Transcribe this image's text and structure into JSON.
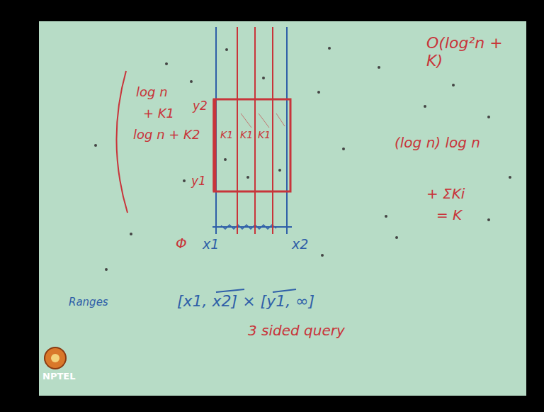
{
  "diagram": {
    "labels": [
      "O(log²n + K)",
      "log n",
      "+ K1",
      "log n + K2",
      "y2",
      "y1",
      "K1",
      "K1",
      "K1",
      "Φ",
      "x1",
      "x2",
      "(log n) log n",
      "+ ΣKi",
      "= K",
      "Ranges",
      "[x1, x2] × [y1, ∞]",
      "3 sided query",
      "NPTEL"
    ]
  }
}
